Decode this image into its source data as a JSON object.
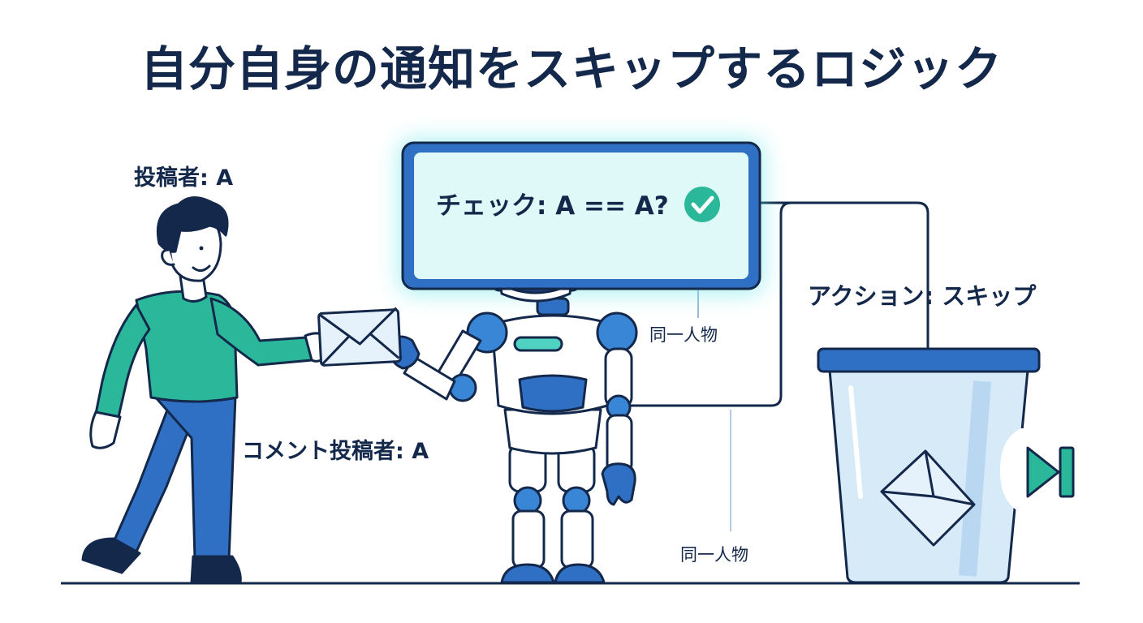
{
  "title": "自分自身の通知をスキップするロジック",
  "labels": {
    "poster": "投稿者: A",
    "commenter": "コメント投稿者: A",
    "check": "チェック: A == A?",
    "same_person_upper": "同一人物",
    "same_person_lower": "同一人物",
    "action": "アクション: スキップ"
  },
  "colors": {
    "navy": "#13284a",
    "teal": "#2bb89a",
    "blue": "#2f6fc4",
    "light_blue": "#d9ebfa",
    "check_fill": "#dff9f8",
    "check_glow": "#63e4e6",
    "bin_fill": "#d6eaf8"
  },
  "icons": {
    "check": "check-circle-icon",
    "skip": "skip-forward-icon",
    "envelope": "envelope-icon"
  }
}
